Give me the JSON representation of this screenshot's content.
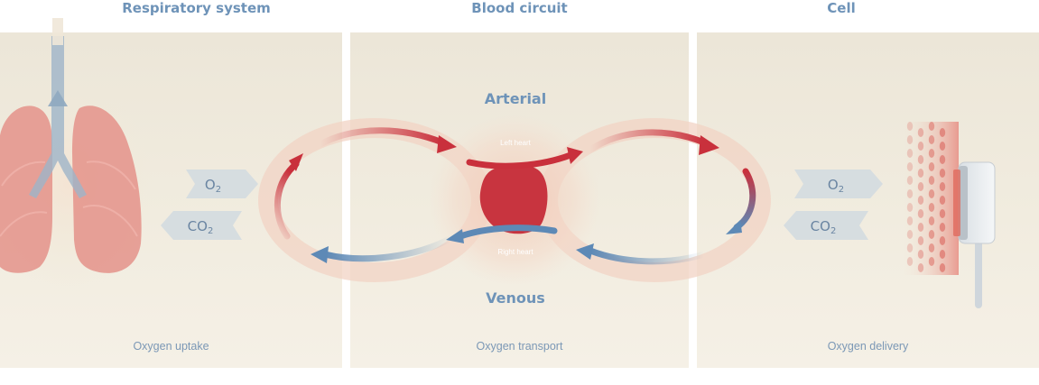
{
  "columns": [
    {
      "title": "Respiratory system",
      "caption": "Oxygen uptake"
    },
    {
      "title": "Blood circuit",
      "caption": "Oxygen transport"
    },
    {
      "title": "Cell",
      "caption": "Oxygen delivery"
    }
  ],
  "labels": {
    "arterial": "Arterial",
    "venous": "Venous",
    "left_heart": "Left heart",
    "right_heart": "Right heart"
  },
  "gas_exchange": {
    "lungs": {
      "outgoing": {
        "base": "O",
        "sub": "2"
      },
      "incoming": {
        "base": "CO",
        "sub": "2"
      }
    },
    "cell": {
      "outgoing": {
        "base": "O",
        "sub": "2"
      },
      "incoming": {
        "base": "CO",
        "sub": "2"
      }
    }
  },
  "colors": {
    "title": "#6e93b8",
    "arterial": "#c9303c",
    "venous": "#5d89b6",
    "tissue": "#e0837a",
    "panel": "#efe9dc"
  },
  "icons": [
    "lungs-icon",
    "heart-icon",
    "cell-cluster-icon",
    "sensor-device-icon"
  ]
}
